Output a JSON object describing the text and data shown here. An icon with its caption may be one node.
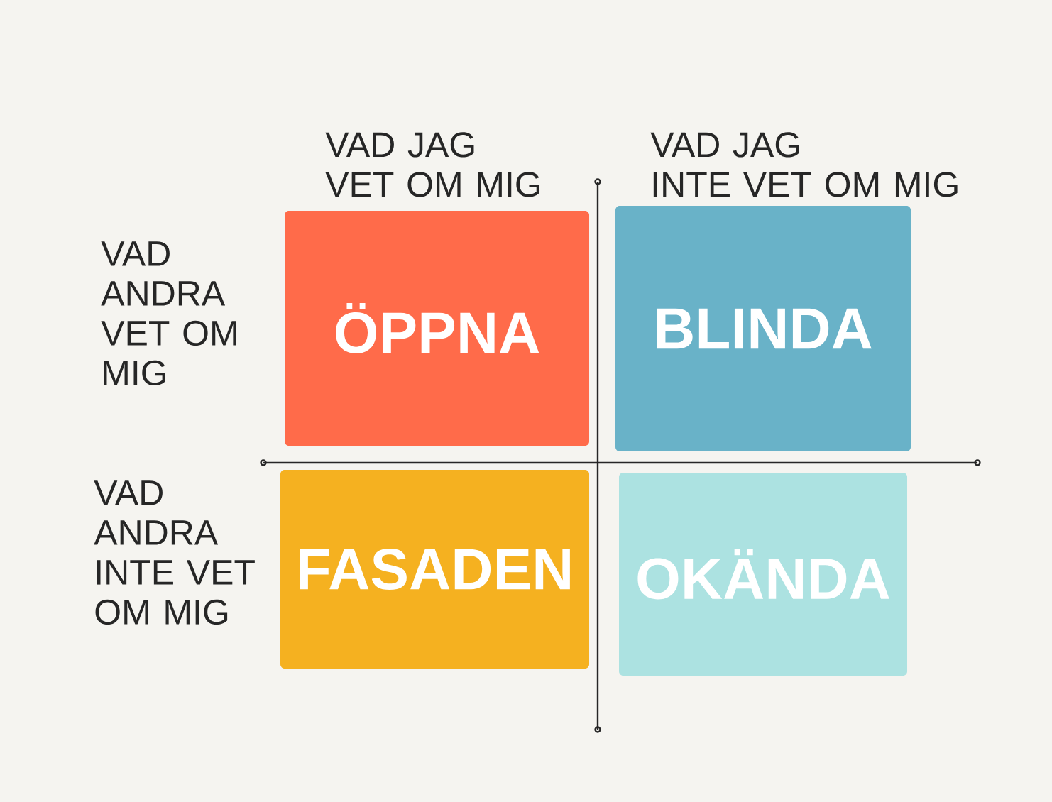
{
  "diagram": {
    "nodes": [
      {
        "text": [
          "ÖPPNA"
        ]
      },
      {
        "text": [
          "BLINDA"
        ]
      },
      {
        "text": [
          "FASADEN"
        ]
      },
      {
        "text": [
          "OKÄNDA"
        ]
      }
    ],
    "labels": [
      "VAD JAG VET OM MIG",
      "VAD JAG INTE VET OM MIG",
      "VAD ANDRA VET OM MIG",
      "VAD ANDRA INTE VET OM MIG"
    ]
  }
}
